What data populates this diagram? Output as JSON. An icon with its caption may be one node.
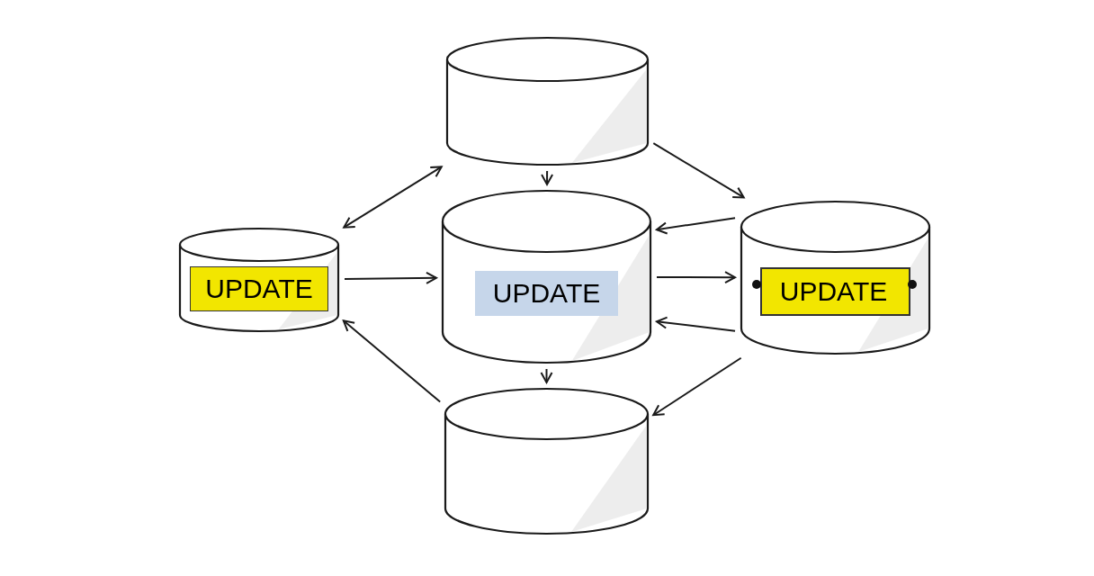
{
  "diagram": {
    "nodes": [
      {
        "text": [],
        "shape": "cylinder"
      },
      {
        "text": [
          "UPDATE"
        ]
      },
      {
        "text": [
          "UPDATE"
        ]
      },
      {
        "text": [
          "UPDATE"
        ]
      },
      {
        "text": [],
        "shape": "cylinder"
      }
    ],
    "edges": [
      {
        "from": 1,
        "to": 0,
        "arrow": "both"
      },
      {
        "from": 0,
        "to": 2,
        "arrow": "to"
      },
      {
        "from": 0,
        "to": 3,
        "arrow": "to"
      },
      {
        "from": 3,
        "to": 2,
        "arrow": "to"
      },
      {
        "from": 1,
        "to": 2,
        "arrow": "to"
      },
      {
        "from": 2,
        "to": 3,
        "arrow": "to"
      },
      {
        "from": 3,
        "to": 2,
        "arrow": "to"
      },
      {
        "from": 2,
        "to": 4,
        "arrow": "to"
      },
      {
        "from": 3,
        "to": 4,
        "arrow": "to"
      },
      {
        "from": 4,
        "to": 1,
        "arrow": "to"
      }
    ]
  }
}
